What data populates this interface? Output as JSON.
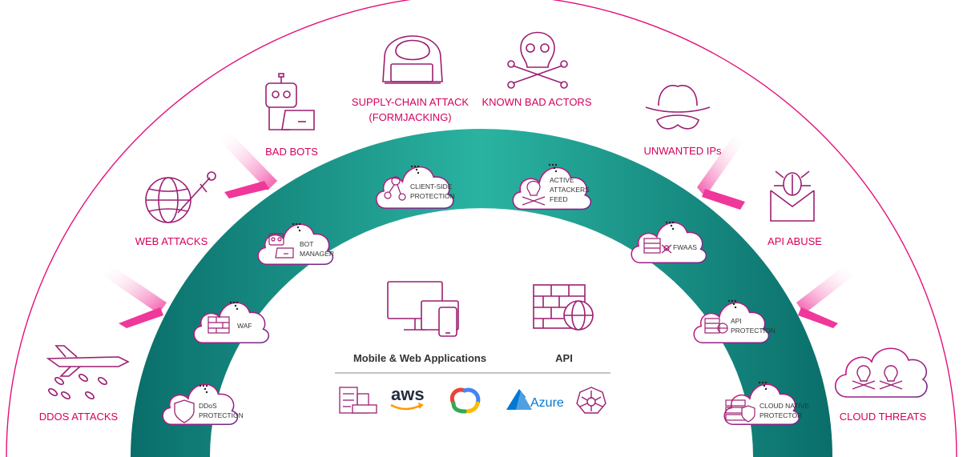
{
  "threats": {
    "ddos": "DDOS ATTACKS",
    "web": "WEB ATTACKS",
    "bots": "BAD BOTS",
    "supply_chain_1": "SUPPLY-CHAIN ATTACK",
    "supply_chain_2": "(FORMJACKING)",
    "bad_actors": "KNOWN BAD ACTORS",
    "unwanted_ips": "UNWANTED IPs",
    "api_abuse": "API ABUSE",
    "cloud_threats": "CLOUD THREATS"
  },
  "protections": {
    "ddos_1": "DDoS",
    "ddos_2": "PROTECTION",
    "waf": "WAF",
    "bot_1": "BOT",
    "bot_2": "MANAGER",
    "client_1": "CLIENT-SIDE",
    "client_2": "PROTECTION",
    "active_1": "ACTIVE",
    "active_2": "ATTACKERS",
    "active_3": "FEED",
    "fwaas": "FWAAS",
    "api_1": "API",
    "api_2": "PROTECTION",
    "cloud_native_1": "CLOUD NATIVE",
    "cloud_native_2": "PROTECTOR"
  },
  "center": {
    "mobile_web": "Mobile & Web Applications",
    "api": "API"
  },
  "platforms": {
    "aws": "aws",
    "azure": "Azure"
  },
  "colors": {
    "accent": "#d6005c",
    "arch": "#1f9e8e",
    "icon": "#9c1f72"
  }
}
